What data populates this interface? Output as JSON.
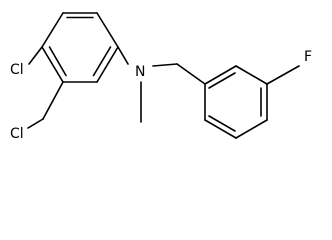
{
  "atoms": {
    "cl_ring": "Cl",
    "cl_methyl": "Cl",
    "n": "N",
    "f": "F"
  },
  "colors": {
    "background": "#ffffff",
    "bonds": "#000000",
    "labels": "#000000"
  }
}
